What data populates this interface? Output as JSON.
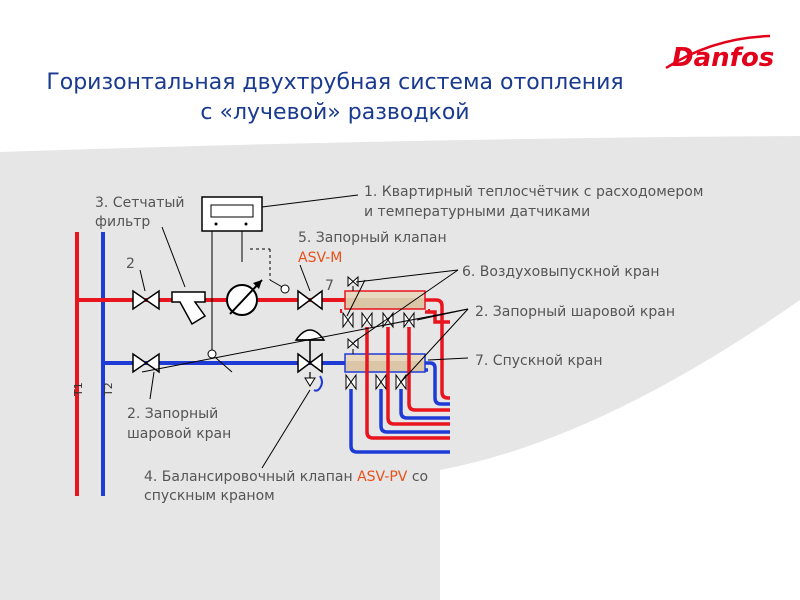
{
  "title": {
    "line1": "Горизонтальная двухтрубная система отопления",
    "line2": "с «лучевой» разводкой"
  },
  "logo": {
    "text": "Danfoss",
    "color": "#e2001a"
  },
  "labels": {
    "meter_line1": "1. Квартирный теплосчётчик с расходомером",
    "meter_line2": "и температурными датчиками",
    "filter_line1": "3. Сетчатый",
    "filter_line2": "фильтр",
    "valve5_line1": "5. Запорный клапан",
    "valve5_model": "ASV-M",
    "air_vent": "6. Воздуховыпускной кран",
    "ball_valve_right": "2. Запорный шаровой кран",
    "drain": "7. Спускной кран",
    "ball_valve_left_1": "2. Запорный",
    "ball_valve_left_2": "шаровой кран",
    "balance_prefix": "4. Балансировочный клапан ",
    "balance_model": "ASV-PV",
    "balance_suffix": " со",
    "balance_line2": "спускным краном",
    "num2": "2",
    "num7": "7",
    "t1": "Т1",
    "t2": "Т2"
  },
  "colors": {
    "supply": "#e8141e",
    "return": "#1f3bd6",
    "accent": "#e8501a",
    "title": "#1a3a8f",
    "background_band": "#e6e6e6"
  }
}
